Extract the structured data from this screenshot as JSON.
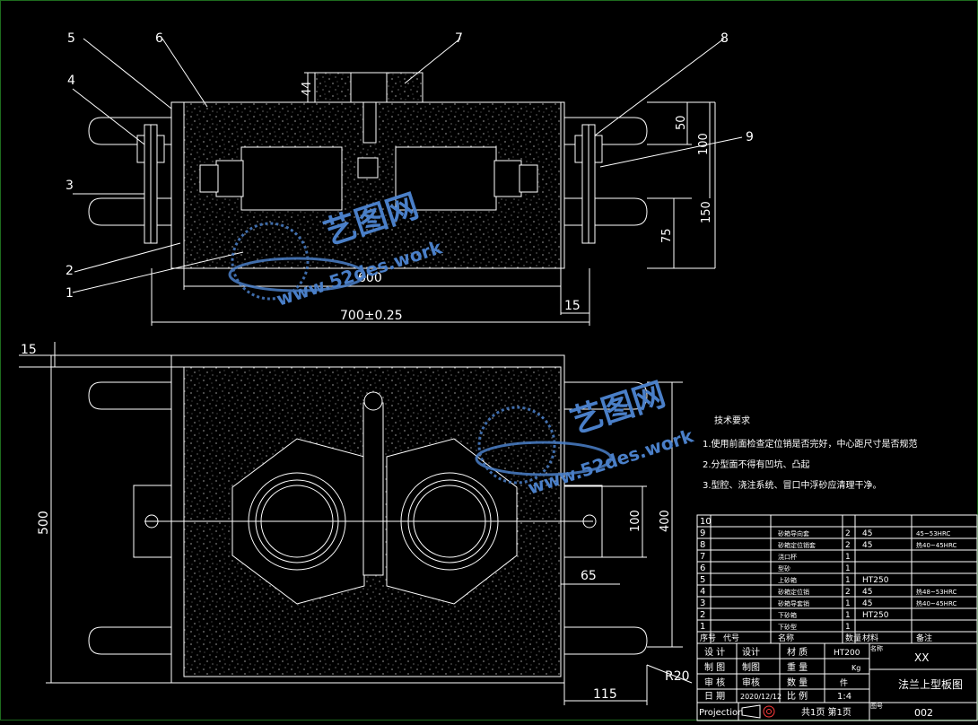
{
  "callouts": {
    "c1": "1",
    "c2": "2",
    "c3": "3",
    "c4": "4",
    "c5": "5",
    "c6": "6",
    "c7": "7",
    "c8": "8",
    "c9": "9"
  },
  "dims": {
    "d44": "44",
    "d50": "50",
    "d100_top": "100",
    "d150": "150",
    "d75": "75",
    "d600": "600",
    "d15_right": "15",
    "d700": "700±0.25",
    "d15_left": "15",
    "d500": "500",
    "d100_plan": "100",
    "d400": "400",
    "d65": "65",
    "d115": "115",
    "dR20": "R20"
  },
  "tech": {
    "title": "技术要求",
    "lines": [
      "1.使用前面检查定位销是否完好，中心距尺寸是否规范",
      "2.分型面不得有凹坑、凸起",
      "3.型腔、浇注系统、冒口中浮砂应清理干净。"
    ]
  },
  "watermark": {
    "brand": "艺图网",
    "site": "www.52des.work"
  },
  "bom": {
    "rows": [
      {
        "no": "10",
        "code": "",
        "name": "",
        "qty": "",
        "mat": "",
        "note": ""
      },
      {
        "no": "9",
        "code": "",
        "name": "砂箱导向套",
        "qty": "2",
        "mat": "45",
        "note": "45~53HRC"
      },
      {
        "no": "8",
        "code": "",
        "name": "砂箱定位销套",
        "qty": "2",
        "mat": "45",
        "note": "热40~45HRC"
      },
      {
        "no": "7",
        "code": "",
        "name": "浇口杯",
        "qty": "1",
        "mat": "",
        "note": ""
      },
      {
        "no": "6",
        "code": "",
        "name": "型砂",
        "qty": "1",
        "mat": "",
        "note": ""
      },
      {
        "no": "5",
        "code": "",
        "name": "上砂箱",
        "qty": "1",
        "mat": "HT250",
        "note": ""
      },
      {
        "no": "4",
        "code": "",
        "name": "砂箱定位销",
        "qty": "2",
        "mat": "45",
        "note": "热48~53HRC"
      },
      {
        "no": "3",
        "code": "",
        "name": "砂箱导套销",
        "qty": "1",
        "mat": "45",
        "note": "热40~45HRC"
      },
      {
        "no": "2",
        "code": "",
        "name": "下砂箱",
        "qty": "1",
        "mat": "HT250",
        "note": ""
      },
      {
        "no": "1",
        "code": "",
        "name": "下砂型",
        "qty": "1",
        "mat": "",
        "note": ""
      }
    ],
    "header": {
      "no": "序号",
      "code": "代号",
      "name": "名称",
      "qty": "数量",
      "mat": "材料",
      "note": "备注"
    }
  },
  "title_block": {
    "r1": [
      "设 计",
      "设计",
      "材 质",
      "HT200"
    ],
    "r2": [
      "制 图",
      "制图",
      "重 量",
      "Kg"
    ],
    "r3": [
      "审 核",
      "审核",
      "数 量",
      "件"
    ],
    "r4": [
      "日 期",
      "2020/12/12",
      "比 例",
      "1:4"
    ],
    "projection": "Projection",
    "sheets": "共1页 第1页",
    "company": "XX",
    "drawing_name": "法兰上型板图",
    "name_label": "名称",
    "drawing_no": "002",
    "no_label": "图号"
  },
  "colors": {
    "line": "#ffffff",
    "border": "#1e6b1e",
    "watermark": "#4a7fc8"
  }
}
